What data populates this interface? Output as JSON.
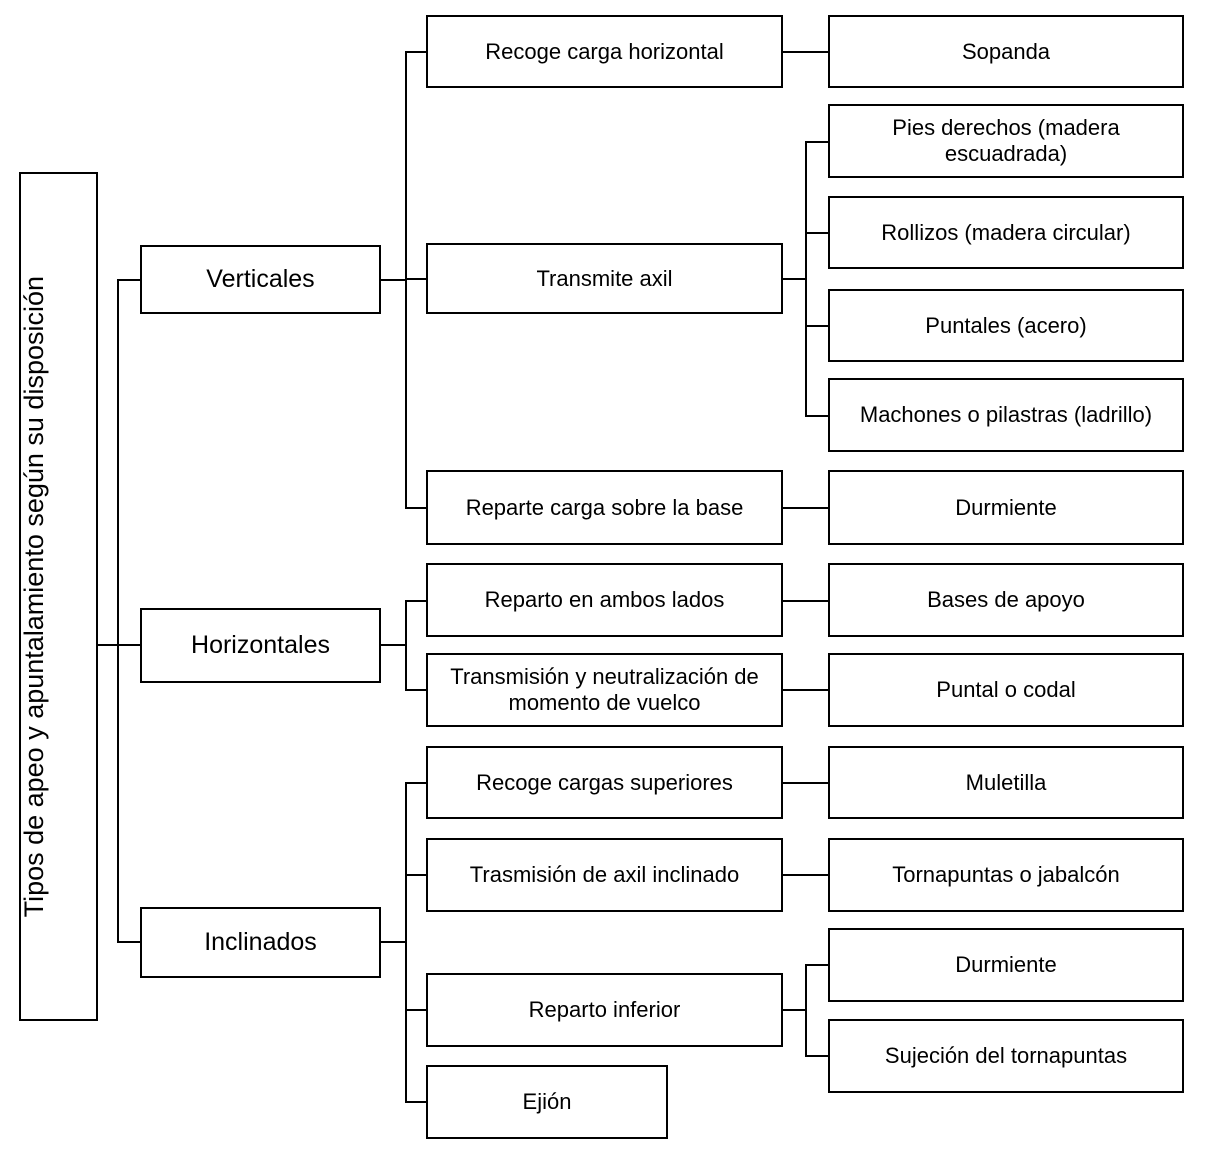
{
  "diagram": {
    "title": "Tipos de apeo y apuntalamiento según su disposición",
    "type": "hierarchy-tree",
    "orientation": "left-to-right",
    "levels": 4,
    "colors": {
      "background": "#ffffff",
      "box_border": "#000000",
      "box_fill": "#ffffff",
      "text": "#000000",
      "connector": "#000000"
    },
    "root": {
      "label": "Tipos de apeo y apuntalamiento según su disposición"
    },
    "branches": [
      {
        "label": "Verticales",
        "functions": [
          {
            "label": "Recoge carga horizontal",
            "elements": [
              {
                "label": "Sopanda"
              }
            ]
          },
          {
            "label": "Transmite axil",
            "elements": [
              {
                "label": "Pies derechos (madera escuadrada)"
              },
              {
                "label": "Rollizos (madera circular)"
              },
              {
                "label": "Puntales (acero)"
              },
              {
                "label": "Machones o pilastras (ladrillo)"
              }
            ]
          },
          {
            "label": "Reparte carga sobre la base",
            "elements": [
              {
                "label": "Durmiente"
              }
            ]
          }
        ]
      },
      {
        "label": "Horizontales",
        "functions": [
          {
            "label": "Reparto en ambos lados",
            "elements": [
              {
                "label": "Bases de apoyo"
              }
            ]
          },
          {
            "label": "Transmisión y neutralización de momento de vuelco",
            "elements": [
              {
                "label": "Puntal o codal"
              }
            ]
          }
        ]
      },
      {
        "label": "Inclinados",
        "functions": [
          {
            "label": "Recoge cargas superiores",
            "elements": [
              {
                "label": "Muletilla"
              }
            ]
          },
          {
            "label": "Trasmisión de axil inclinado",
            "elements": [
              {
                "label": "Tornapuntas o jabalcón"
              }
            ]
          },
          {
            "label": "Reparto inferior",
            "elements": [
              {
                "label": "Durmiente"
              },
              {
                "label": "Sujeción del tornapuntas"
              }
            ]
          },
          {
            "label": "Ejión",
            "elements": []
          }
        ]
      }
    ]
  }
}
